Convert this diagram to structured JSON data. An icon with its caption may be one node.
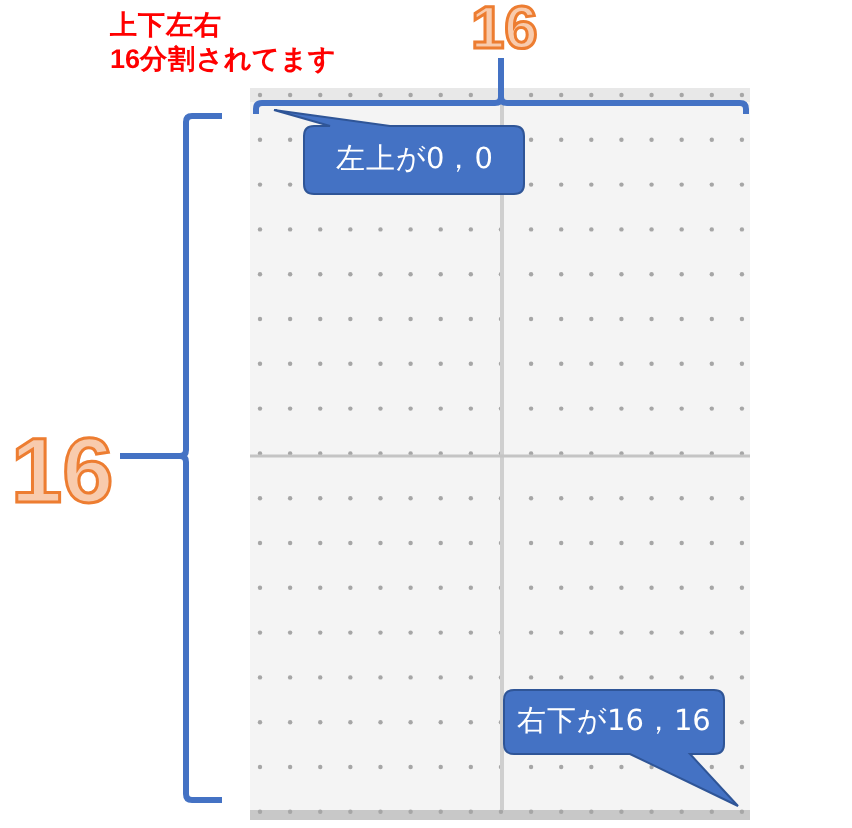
{
  "diagram": {
    "nodes": [
      {
        "text": [
          "左上が0，0"
        ]
      },
      {
        "text": [
          "右下が16，16"
        ]
      }
    ],
    "labels": [
      "上下左右16分割されてます",
      "16",
      "16"
    ]
  }
}
